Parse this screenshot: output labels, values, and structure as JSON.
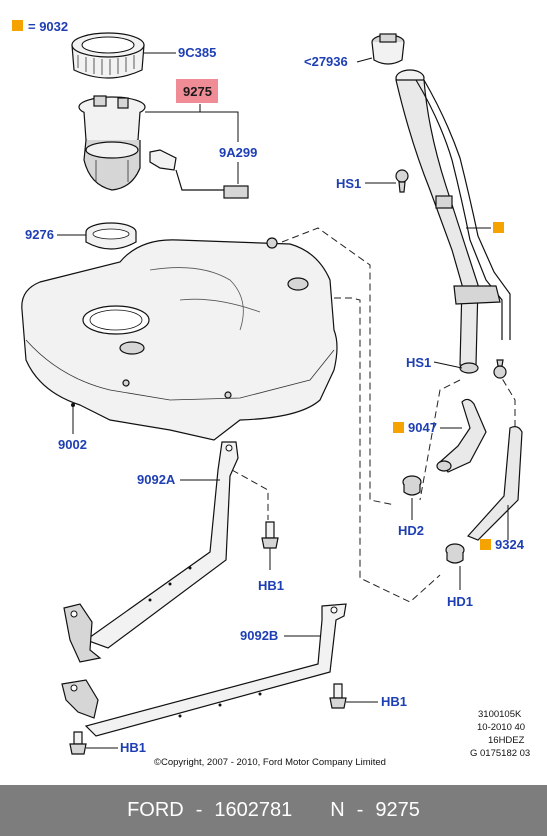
{
  "legend": {
    "marker_color": "#f5a300",
    "text": "= 9032"
  },
  "callouts": {
    "p9C385": "9C385",
    "p9275": "9275",
    "p9A299": "9A299",
    "p9276": "9276",
    "p9002": "9002",
    "p27936": "<27936",
    "pHS1_top": "HS1",
    "pHS1_mid": "HS1",
    "p9047": "9047",
    "pHD2": "HD2",
    "p9324": "9324",
    "pHD1": "HD1",
    "p9092A": "9092A",
    "pHB1_a": "HB1",
    "p9092B": "9092B",
    "pHB1_b": "HB1",
    "pHB1_c": "HB1"
  },
  "highlight_color": "#f08c96",
  "revision": [
    "3100105K",
    "10-2010 40",
    "16HDEZ",
    "G 0175182 03"
  ],
  "copyright": "©Copyright, 2007 - 2010, Ford Motor Company Limited",
  "footer": {
    "brand": "FORD",
    "dash1": "-",
    "part_no": "1602781",
    "n_label": "N",
    "dash2": "-",
    "n_value": "9275"
  }
}
